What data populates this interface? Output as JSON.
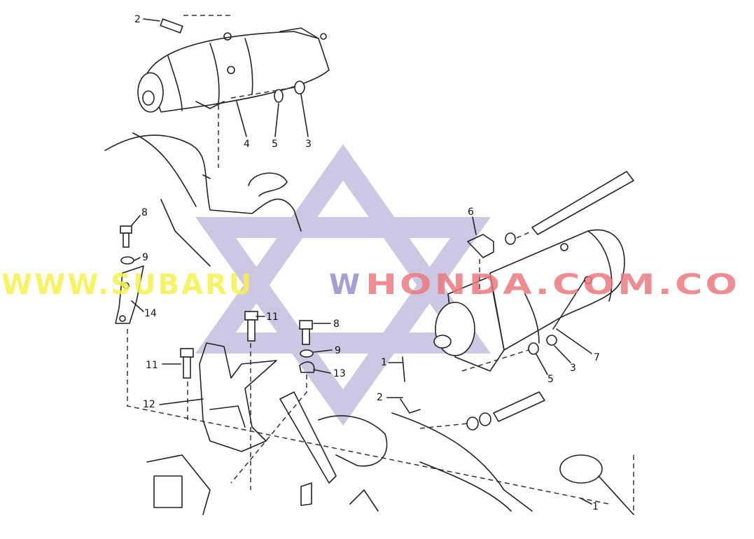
{
  "diagram": {
    "callouts": [
      "2",
      "4",
      "5",
      "3",
      "8",
      "9",
      "14",
      "11",
      "8",
      "9",
      "13",
      "11",
      "12",
      "6",
      "7",
      "3",
      "5",
      "1",
      "2",
      "1"
    ]
  },
  "watermark": {
    "text_part1": "WWW.SUBARU",
    "text_part2": "W",
    "text_part3": "HONDA.COM.CO",
    "color_part1": "#f7f24a",
    "color_part2": "#9b8ecb",
    "color_part3": "#ea7a80",
    "star_color": "#bdb5dc",
    "symbol": "star-of-david"
  }
}
